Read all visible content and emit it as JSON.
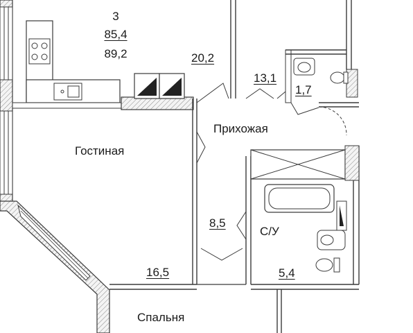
{
  "summary": {
    "rooms_count": "3",
    "living_area": "85,4",
    "total_area": "89,2"
  },
  "rooms": {
    "kitchen_area": "20,2",
    "hallway_name": "Прихожая",
    "hallway_area": "13,1",
    "wc_area": "1,7",
    "living_room_name": "Гостиная",
    "living_room_area": "16,5",
    "corridor_area": "8,5",
    "bathroom_name": "С/У",
    "bathroom_area": "5,4",
    "bedroom_name": "Спальня"
  },
  "colors": {
    "wall_fill": "#f4f4f4",
    "wall_stroke": "#3a3a3a",
    "hatch": "#8a8a8a",
    "text": "#1a1a1a"
  }
}
